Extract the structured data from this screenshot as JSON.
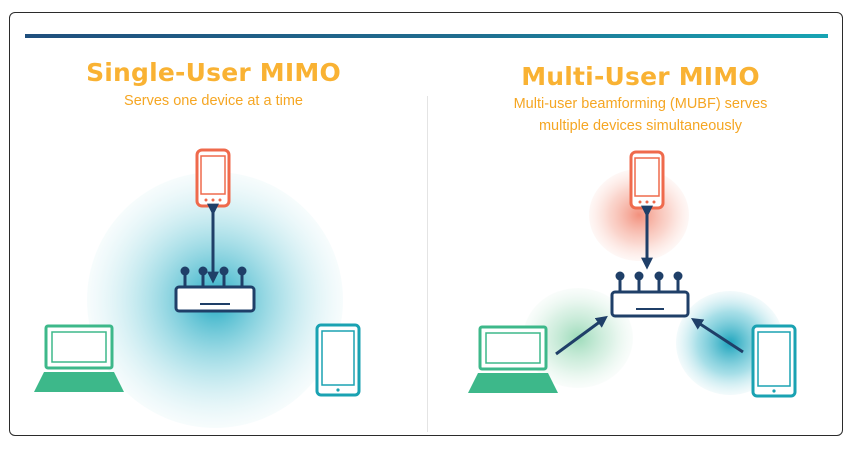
{
  "single_user": {
    "title": "Single-User MIMO",
    "subtitle": "Serves one device at a time"
  },
  "multi_user": {
    "title": "Multi-User MIMO",
    "subtitle_line1": "Multi-user beamforming (MUBF) serves",
    "subtitle_line2": "multiple devices simultaneously"
  },
  "colors": {
    "title": "#f9b233",
    "router": "#1f3f68",
    "phone": "#ef6a4c",
    "laptop": "#3db88a",
    "tablet": "#1aa2b2",
    "coverage": "#36b9cc"
  },
  "icons": [
    "router-icon",
    "smartphone-icon",
    "laptop-icon",
    "tablet-icon",
    "arrow-icon"
  ]
}
